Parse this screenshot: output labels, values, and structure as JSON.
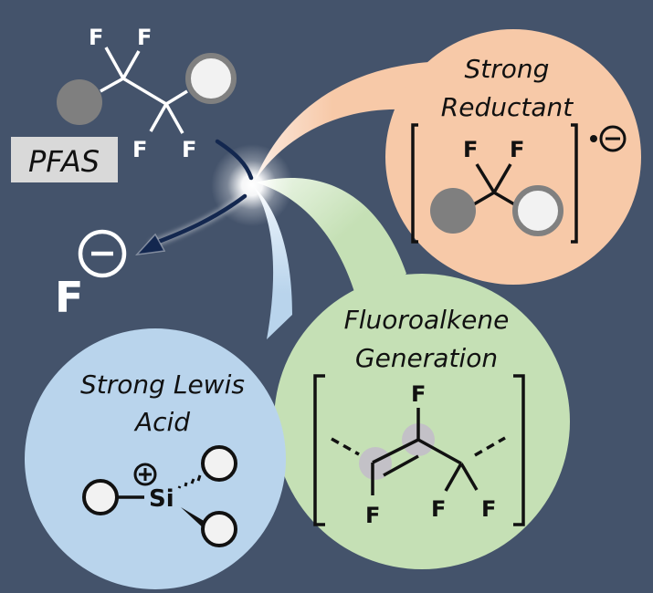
{
  "colors": {
    "background": "#44536b",
    "reductant_bubble": "#f7c9a8",
    "alkene_bubble": "#c5e0b5",
    "lewis_bubble": "#b9d4ec",
    "pfas_label_bg": "#d9d9d9",
    "arrow": "#13274f",
    "dark_atom": "#7f7f7f",
    "light_atom": "#f2f2f2"
  },
  "pfas": {
    "label": "PFAS",
    "atoms": [
      "F",
      "F",
      "F",
      "F"
    ]
  },
  "fluoride": {
    "symbol": "F",
    "charge_icon": "minus-circle-icon"
  },
  "reductant": {
    "title_line1": "Strong",
    "title_line2": "Reductant",
    "atoms": [
      "F",
      "F"
    ],
    "charge": "radical-anion-icon"
  },
  "alkene": {
    "title_line1": "Fluoroalkene",
    "title_line2": "Generation",
    "atoms": [
      "F",
      "F",
      "F",
      "F"
    ]
  },
  "lewis": {
    "title_line1": "Strong Lewis",
    "title_line2": "Acid",
    "center_atom": "Si",
    "charge_icon": "plus-circle-icon"
  }
}
